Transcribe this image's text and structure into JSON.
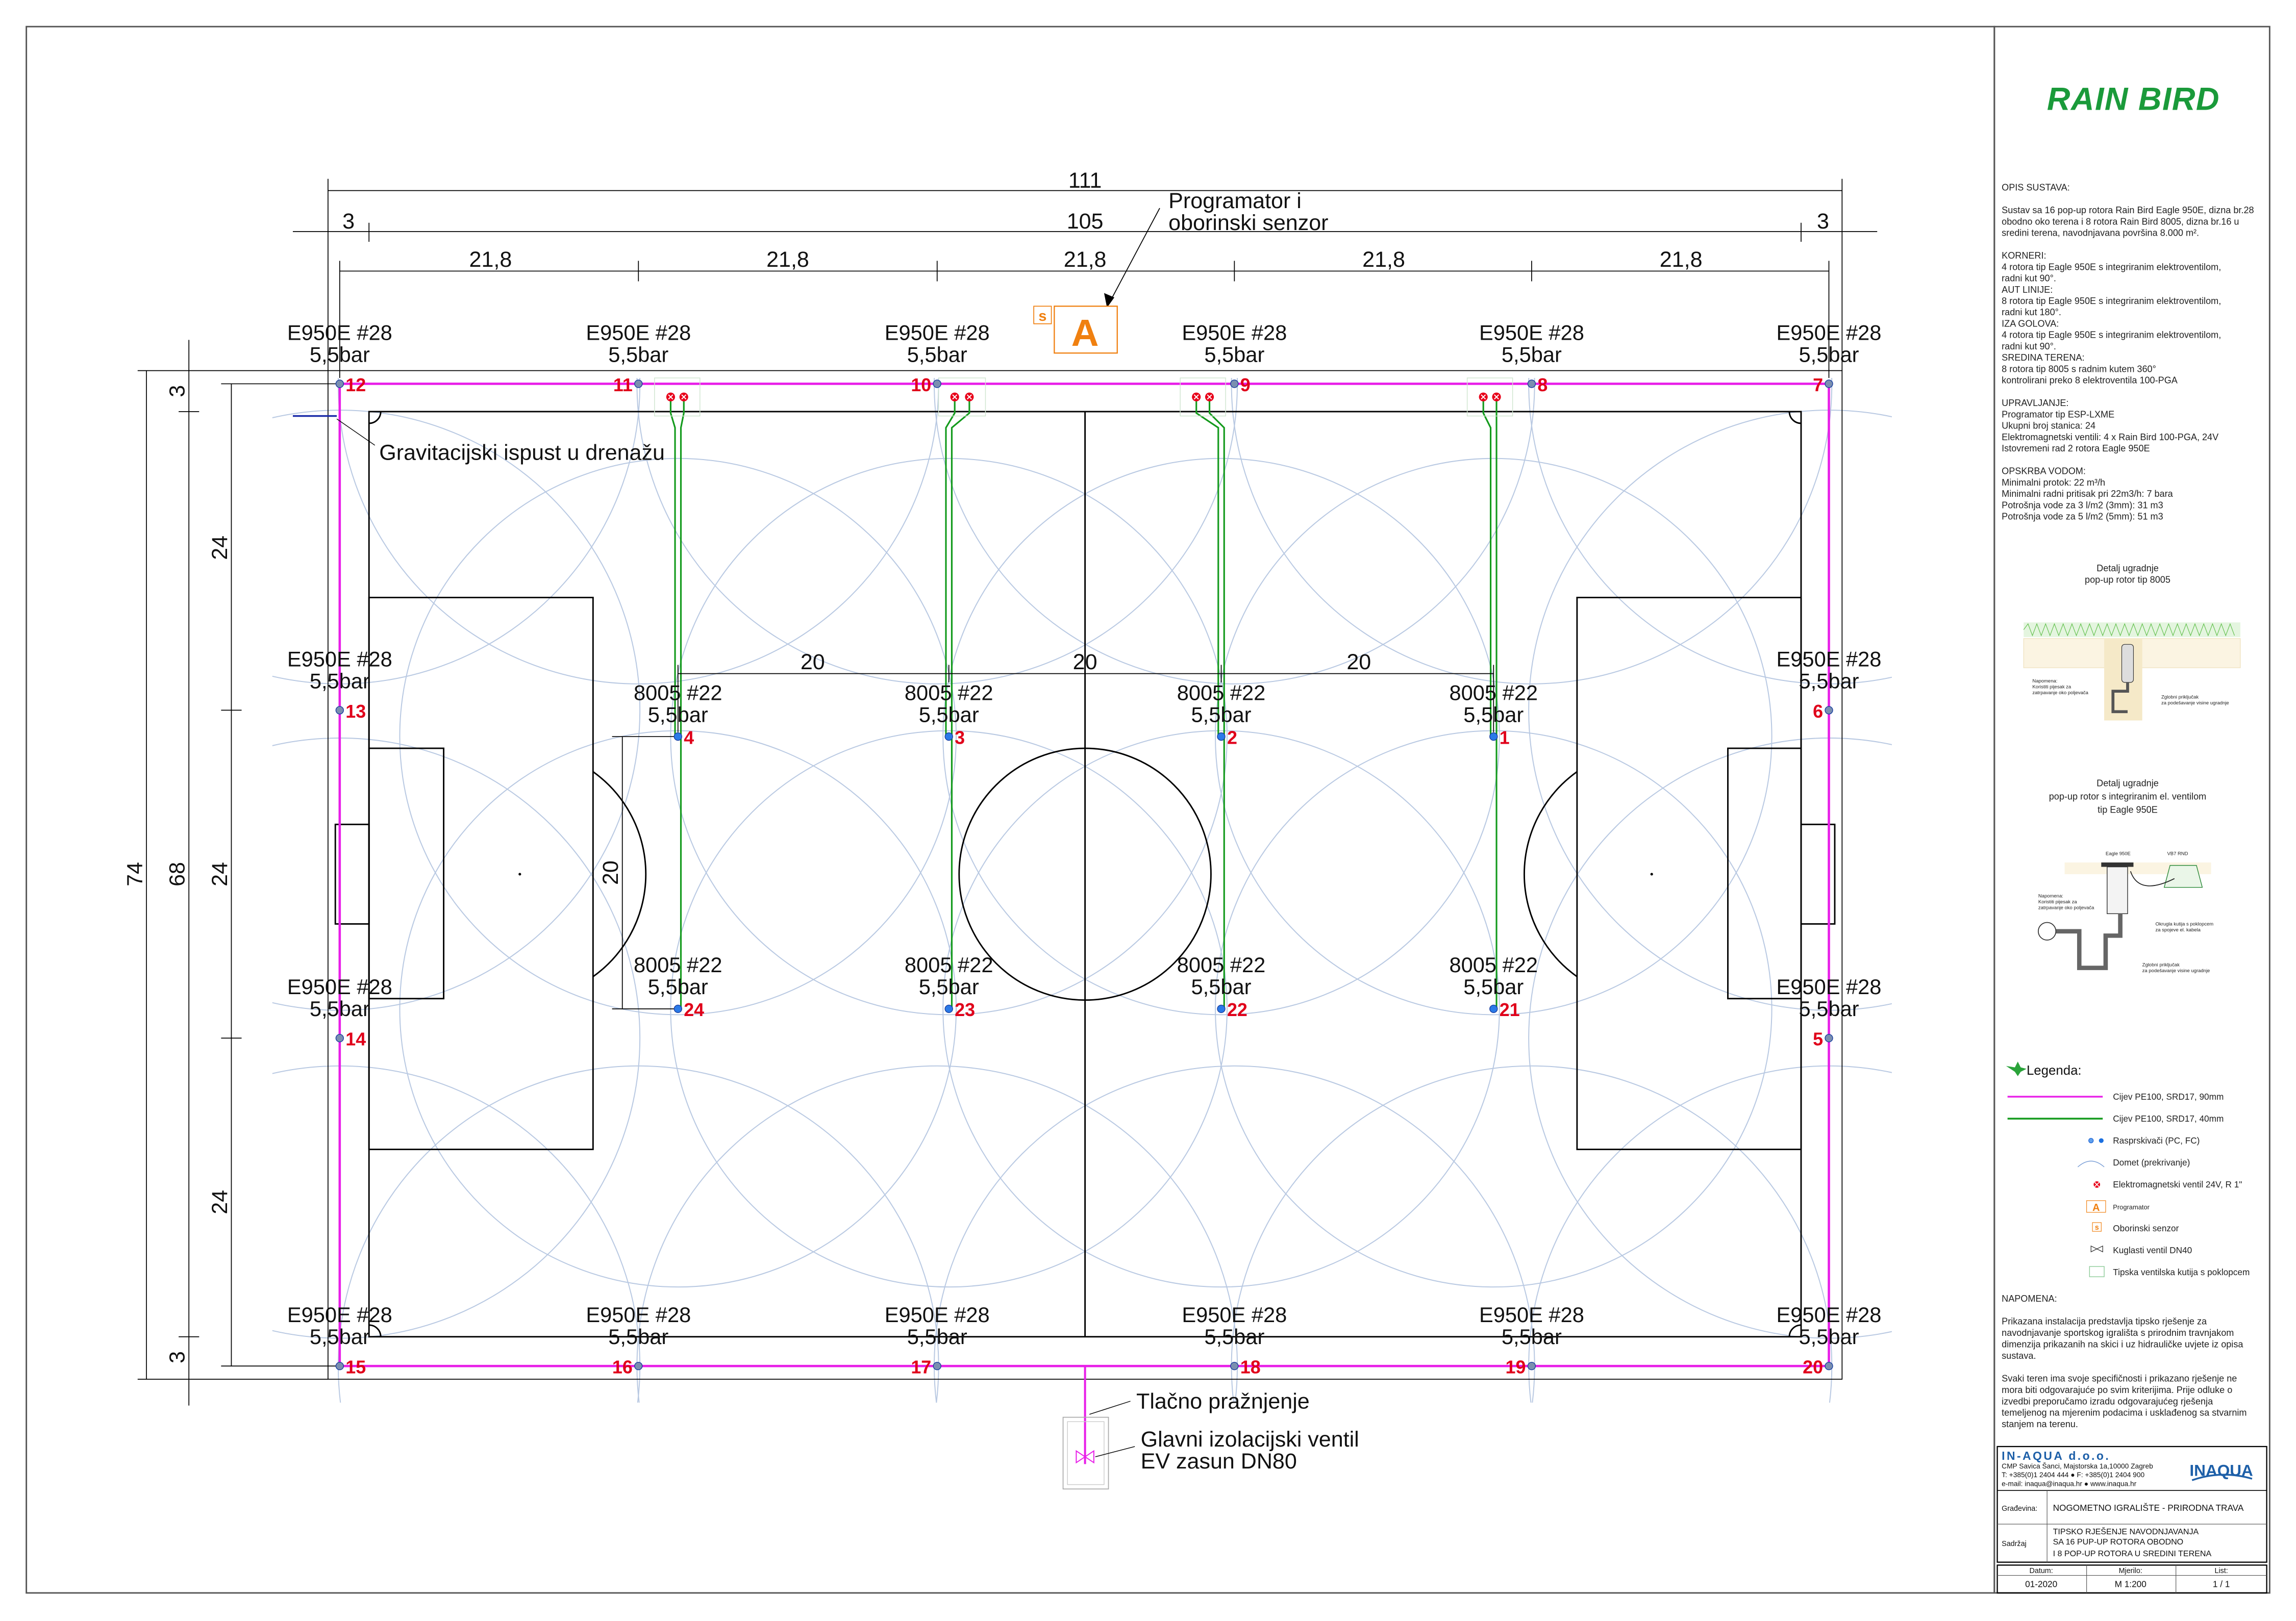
{
  "drawing": {
    "dimensions": {
      "total_length": "111",
      "field_length": "105",
      "margin_left": "3",
      "margin_right": "3",
      "sprinkler_spacing": [
        "21,8",
        "21,8",
        "21,8",
        "21,8",
        "21,8"
      ],
      "center_spacing": [
        "20",
        "20",
        "20"
      ],
      "total_width": "74",
      "field_width": "68",
      "margin_top": "3",
      "margin_bottom": "3",
      "side_spacing": [
        "24",
        "24",
        "24"
      ],
      "center_row_spacing": "20"
    },
    "callouts": {
      "controller_line1": "Programator i",
      "controller_line2": "oborinski senzor",
      "controller_symbol": "A",
      "sensor_symbol": "s",
      "drain": "Gravitacijski ispust u drenažu",
      "pressure_drain": "Tlačno pražnjenje",
      "main_valve_line1": "Glavni izolacijski ventil",
      "main_valve_line2": "EV zasun DN80"
    },
    "perimeter_sprinklers": [
      {
        "model": "E950E #28",
        "pressure": "5,5bar",
        "number": "12"
      },
      {
        "model": "E950E #28",
        "pressure": "5,5bar",
        "number": "11"
      },
      {
        "model": "E950E #28",
        "pressure": "5,5bar",
        "number": "10"
      },
      {
        "model": "E950E #28",
        "pressure": "5,5bar",
        "number": "9"
      },
      {
        "model": "E950E #28",
        "pressure": "5,5bar",
        "number": "8"
      },
      {
        "model": "E950E #28",
        "pressure": "5,5bar",
        "number": "7"
      },
      {
        "model": "E950E #28",
        "pressure": "5,5bar",
        "number": "13"
      },
      {
        "model": "E950E #28",
        "pressure": "5,5bar",
        "number": "14"
      },
      {
        "model": "E950E #28",
        "pressure": "5,5bar",
        "number": "6"
      },
      {
        "model": "E950E #28",
        "pressure": "5,5bar",
        "number": "5"
      },
      {
        "model": "E950E #28",
        "pressure": "5,5bar",
        "number": "15"
      },
      {
        "model": "E950E #28",
        "pressure": "5,5bar",
        "number": "16"
      },
      {
        "model": "E950E #28",
        "pressure": "5,5bar",
        "number": "17"
      },
      {
        "model": "E950E #28",
        "pressure": "5,5bar",
        "number": "18"
      },
      {
        "model": "E950E #28",
        "pressure": "5,5bar",
        "number": "19"
      },
      {
        "model": "E950E #28",
        "pressure": "5,5bar",
        "number": "20"
      }
    ],
    "center_sprinklers": [
      {
        "model": "8005 #22",
        "pressure": "5,5bar",
        "number": "4"
      },
      {
        "model": "8005 #22",
        "pressure": "5,5bar",
        "number": "3"
      },
      {
        "model": "8005 #22",
        "pressure": "5,5bar",
        "number": "2"
      },
      {
        "model": "8005 #22",
        "pressure": "5,5bar",
        "number": "1"
      },
      {
        "model": "8005 #22",
        "pressure": "5,5bar",
        "number": "24"
      },
      {
        "model": "8005 #22",
        "pressure": "5,5bar",
        "number": "23"
      },
      {
        "model": "8005 #22",
        "pressure": "5,5bar",
        "number": "22"
      },
      {
        "model": "8005 #22",
        "pressure": "5,5bar",
        "number": "21"
      }
    ]
  },
  "panel": {
    "brand_logo": "RAIN BIRD",
    "description": [
      "OPIS SUSTAVA:",
      "",
      "Sustav sa 16 pop-up rotora Rain Bird Eagle 950E, dizna br.28",
      "obodno oko terena i 8 rotora Rain Bird 8005, dizna br.16 u",
      "sredini terena, navodnjavana površina 8.000 m².",
      "",
      "KORNERI:",
      "4 rotora tip Eagle 950E s  integriranim elektroventilom,",
      "radni kut 90°.",
      "AUT LINIJE:",
      "8 rotora tip Eagle 950E s  integriranim elektroventilom,",
      "radni kut 180°.",
      "IZA GOLOVA:",
      "4 rotora tip Eagle 950E s  integriranim elektroventilom,",
      "radni kut 90°.",
      "SREDINA TERENA:",
      "8 rotora tip 8005 s radnim kutem 360°",
      "kontrolirani preko 8 elektroventila  100-PGA",
      "",
      "UPRAVLJANJE:",
      "Programator tip ESP-LXME",
      "Ukupni broj stanica: 24",
      "Elektromagnetski ventili: 4 x Rain Bird 100-PGA, 24V",
      "Istovremeni rad 2 rotora Eagle 950E",
      "",
      "OPSKRBA VODOM:",
      "Minimalni protok: 22 m³/h",
      "Minimalni radni pritisak pri 22m3/h: 7 bara",
      "Potrošnja vode za 3 l/m2 (3mm): 31 m3",
      "Potrošnja vode za 5 l/m2 (5mm): 51 m3"
    ],
    "detail1": {
      "title1": "Detalj ugradnje",
      "title2": "pop-up rotor tip 8005",
      "note": [
        "Napomena:",
        "Koristiti pijesak za",
        "zatrpavanje oko poljevača"
      ],
      "joint": [
        "Zglobni priključak",
        "za podešavanje visine ugradnje"
      ]
    },
    "detail2": {
      "title1": "Detalj ugradnje",
      "title2": "pop-up rotor s integriranim el. ventilom",
      "title3": "tip Eagle 950E",
      "label_rotor": "Eagle 950E",
      "label_box": "VB7 RND",
      "note": [
        "Napomena:",
        "Koristiti pijesak za",
        "zatrpavanje oko poljevača"
      ],
      "box_note": [
        "Okrugla kutija s poklopcem",
        "za spojeve el. kabela"
      ],
      "joint": [
        "Zglobni priključak",
        "za podešavanje visine ugradnje"
      ]
    },
    "legend": {
      "title": "Legenda:",
      "items": [
        "Cijev PE100, SRD17, 90mm",
        "Cijev PE100, SRD17, 40mm",
        "Rasprskivači (PC, FC)",
        "Domet (prekrivanje)",
        "Elektromagnetski ventil 24V, R 1\"",
        "Programator",
        "Oborinski senzor",
        "Kuglasti ventil DN40",
        "Tipska ventilska kutija s poklopcem"
      ],
      "symbol_A": "A",
      "symbol_s": "s"
    },
    "note": [
      "NAPOMENA:",
      "",
      "Prikazana instalacija predstavlja tipsko rješenje za",
      "navodnjavanje sportskog igrališta s prirodnim travnjakom",
      "dimenzija prikazanih na skici i uz hidrauličke uvjete iz opisa",
      "sustava.",
      "",
      "Svaki teren ima svoje specifičnosti i prikazano rješenje ne",
      "mora biti odgovarajuće po svim kriterijima. Prije odluke o",
      "izvedbi preporučamo izradu odgovarajućeg rješenja",
      "temeljenog na mjerenim podacima i usklađenog sa stvarnim",
      "stanjem na terenu."
    ],
    "company": {
      "name": "IN-AQUA  d.o.o.",
      "address": "CMP Savica Šanci, Majstorska 1a,10000 Zagreb",
      "phone": "T: +385(0)1 2404 444 ● F: +385(0)1 2404 900",
      "contact": "e-mail: inaqua@inaqua.hr ● www.inaqua.hr",
      "logo": "INAQUA"
    },
    "title_block": {
      "building_label": "Građevina:",
      "building": "NOGOMETNO IGRALIŠTE - PRIRODNA TRAVA",
      "content_label": "Sadržaj",
      "content": [
        "TIPSKO RJEŠENJE NAVODNJAVANJA",
        "SA 16 PUP-UP ROTORA OBODNO",
        "I 8 POP-UP ROTORA U SREDINI TERENA"
      ],
      "date_label": "Datum:",
      "date": "01-2020",
      "scale_label": "Mjerilo:",
      "scale": "M 1:200",
      "sheet_label": "List:",
      "sheet": "1 / 1"
    }
  },
  "colors": {
    "main_pipe": "#e81ee8",
    "lateral_pipe": "#139a1c",
    "valve": "#e8001a",
    "controller": "#f08010",
    "coverage": "#b9c9e2",
    "brand_green": "#1a9a3a",
    "inaqua_blue": "#1d5fa8"
  }
}
